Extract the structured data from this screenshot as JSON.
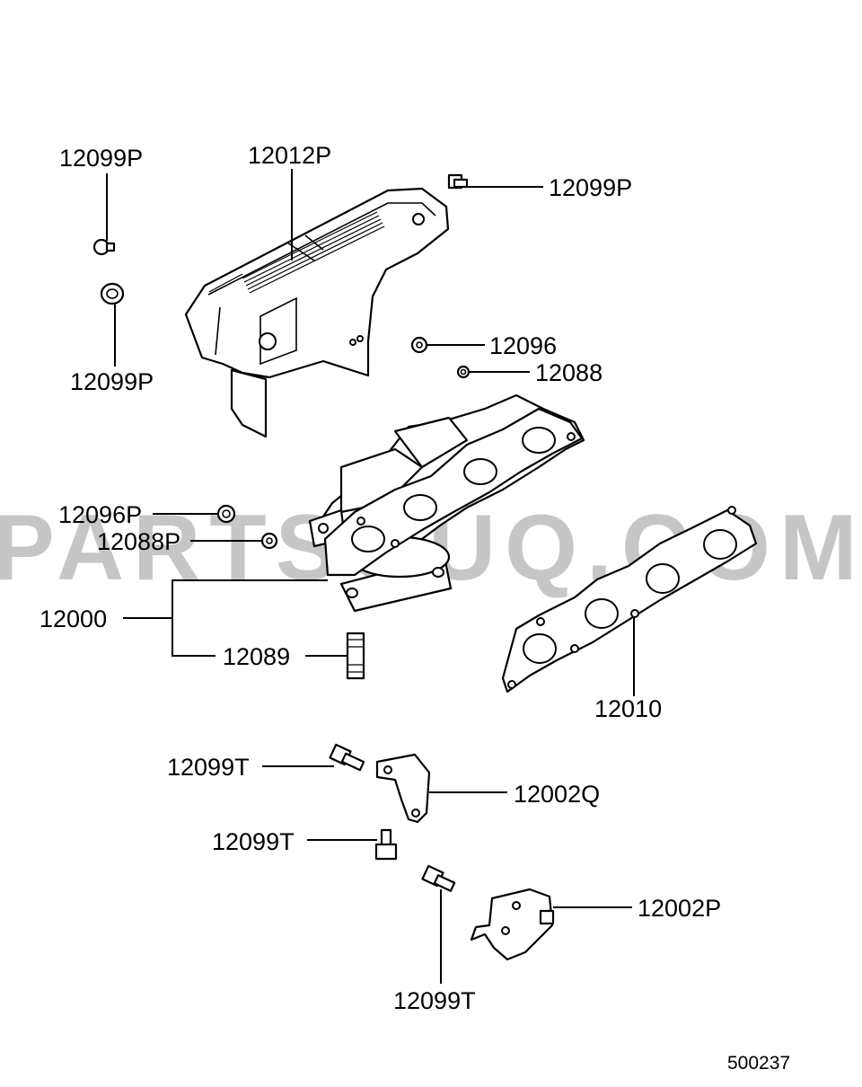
{
  "watermark": "PARTSOUQ.COM",
  "diagram_id": "500237",
  "labels": {
    "p12099p_a": "12099P",
    "p12012p": "12012P",
    "p12099p_b": "12099P",
    "p12099p_c": "12099P",
    "p12096": "12096",
    "p12088": "12088",
    "p12096p": "12096P",
    "p12088p": "12088P",
    "p12000": "12000",
    "p12089": "12089",
    "p12010": "12010",
    "p12099t_a": "12099T",
    "p12002q": "12002Q",
    "p12099t_b": "12099T",
    "p12002p": "12002P",
    "p12099t_c": "12099T"
  }
}
